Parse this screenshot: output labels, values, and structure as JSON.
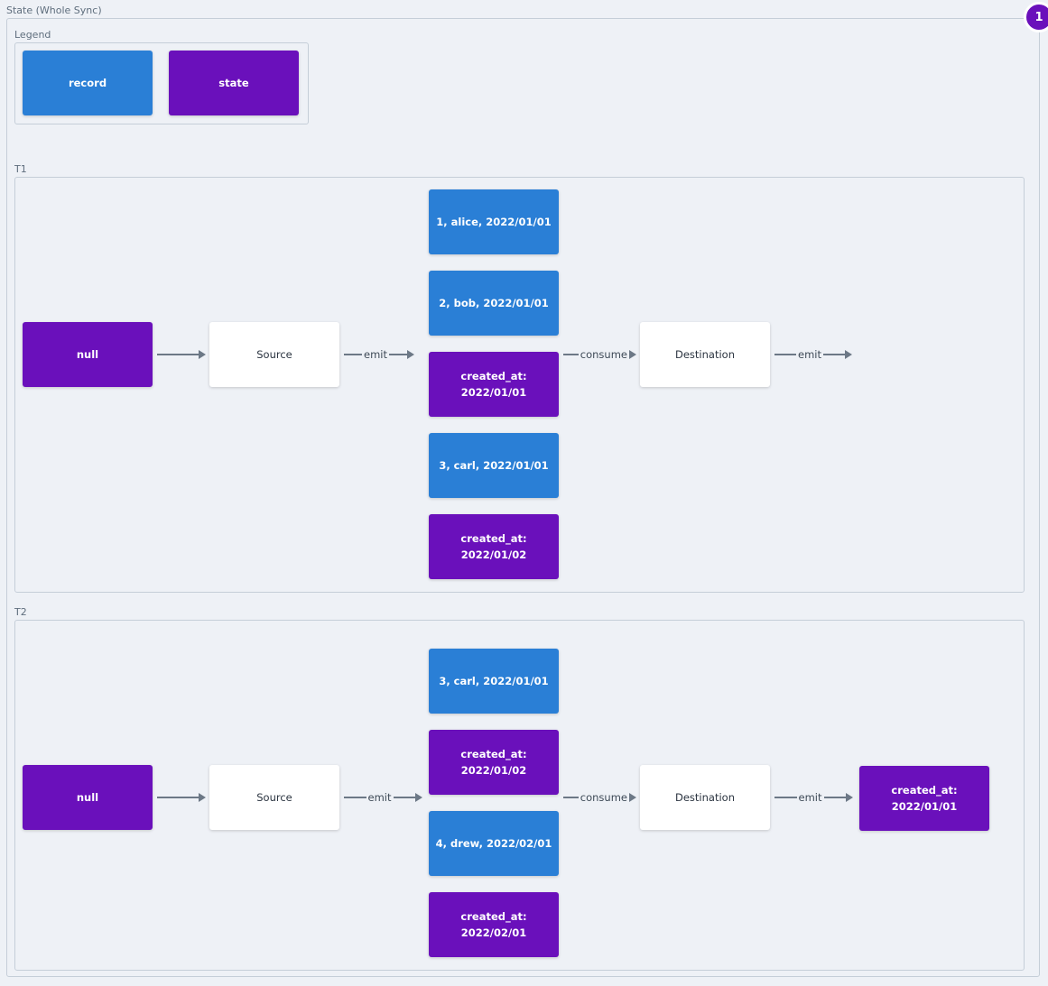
{
  "title": "State (Whole Sync)",
  "badge": "1",
  "colors": {
    "record": "#2a7fd6",
    "state": "#6a10bb",
    "node": "#ffffff"
  },
  "legend": {
    "label": "Legend",
    "record": "record",
    "state": "state"
  },
  "t1": {
    "label": "T1",
    "input": "null",
    "source": "Source",
    "destination": "Destination",
    "emit": "emit",
    "consume": "consume",
    "emit_out": "emit",
    "messages": [
      {
        "type": "record",
        "text": "1, alice, 2022/01/01"
      },
      {
        "type": "record",
        "text": "2, bob, 2022/01/01"
      },
      {
        "type": "state",
        "text": "created_at:\n2022/01/01"
      },
      {
        "type": "record",
        "text": "3, carl, 2022/01/01"
      },
      {
        "type": "state",
        "text": "created_at:\n2022/01/02"
      }
    ]
  },
  "t2": {
    "label": "T2",
    "input": "null",
    "source": "Source",
    "destination": "Destination",
    "emit": "emit",
    "consume": "consume",
    "emit_out": "emit",
    "messages": [
      {
        "type": "record",
        "text": "3, carl, 2022/01/01"
      },
      {
        "type": "state",
        "text": "created_at:\n2022/01/02"
      },
      {
        "type": "record",
        "text": "4, drew, 2022/02/01"
      },
      {
        "type": "state",
        "text": "created_at:\n2022/02/01"
      }
    ],
    "output": "created_at:\n2022/01/01"
  }
}
